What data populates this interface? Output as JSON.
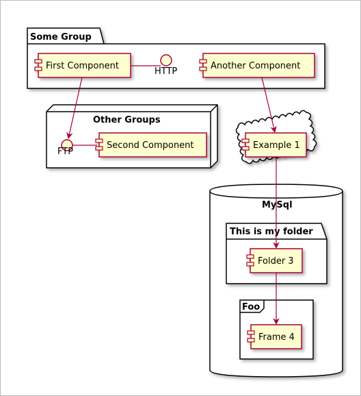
{
  "groups": {
    "some_group": "Some Group",
    "other_groups": "Other Groups",
    "mysql": "MySql",
    "my_folder": "This is my folder",
    "foo": "Foo"
  },
  "components": {
    "first": "First Component",
    "another": "Another Component",
    "second": "Second Component",
    "example1": "Example 1",
    "folder3": "Folder 3",
    "frame4": "Frame 4"
  },
  "interfaces": {
    "http": "HTTP",
    "ftp": "FTP"
  },
  "colors": {
    "component_fill": "#FEFECE",
    "component_border": "#A80036",
    "arrow": "#A80036",
    "frame_border": "#000000"
  }
}
